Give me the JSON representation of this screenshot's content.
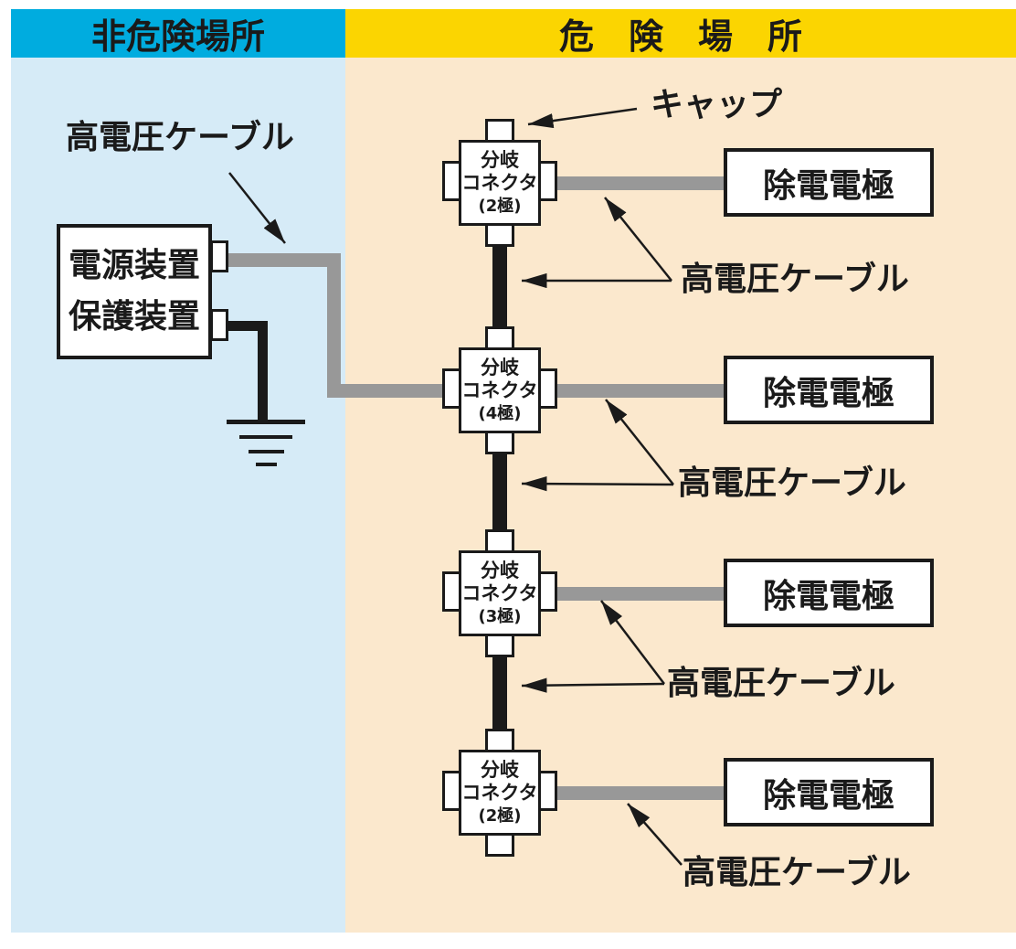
{
  "regions": {
    "non_hazardous": {
      "label": "非危険場所"
    },
    "hazardous": {
      "label": "危　険　場　所"
    }
  },
  "power_unit": {
    "line1": "電源装置",
    "line2": "保護装置"
  },
  "connectors": [
    {
      "line1": "分岐",
      "line2": "コネクタ",
      "line3": "(2極)"
    },
    {
      "line1": "分岐",
      "line2": "コネクタ",
      "line3": "(4極)"
    },
    {
      "line1": "分岐",
      "line2": "コネクタ",
      "line3": "(3極)"
    },
    {
      "line1": "分岐",
      "line2": "コネクタ",
      "line3": "(2極)"
    }
  ],
  "electrodes": [
    {
      "label": "除電電極"
    },
    {
      "label": "除電電極"
    },
    {
      "label": "除電電極"
    },
    {
      "label": "除電電極"
    }
  ],
  "annotations": {
    "cap": "キャップ",
    "supply_cable": "高電圧ケーブル",
    "cable_rows": [
      "高電圧ケーブル",
      "高電圧ケーブル",
      "高電圧ケーブル",
      "高電圧ケーブル"
    ]
  },
  "colors": {
    "header_blue": "#00ACDF",
    "header_yellow": "#FBD501",
    "area_blue": "#D6EBF7",
    "area_orange": "#FBE8CD",
    "cable_gray": "#989898",
    "ink": "#1A1A1A"
  }
}
